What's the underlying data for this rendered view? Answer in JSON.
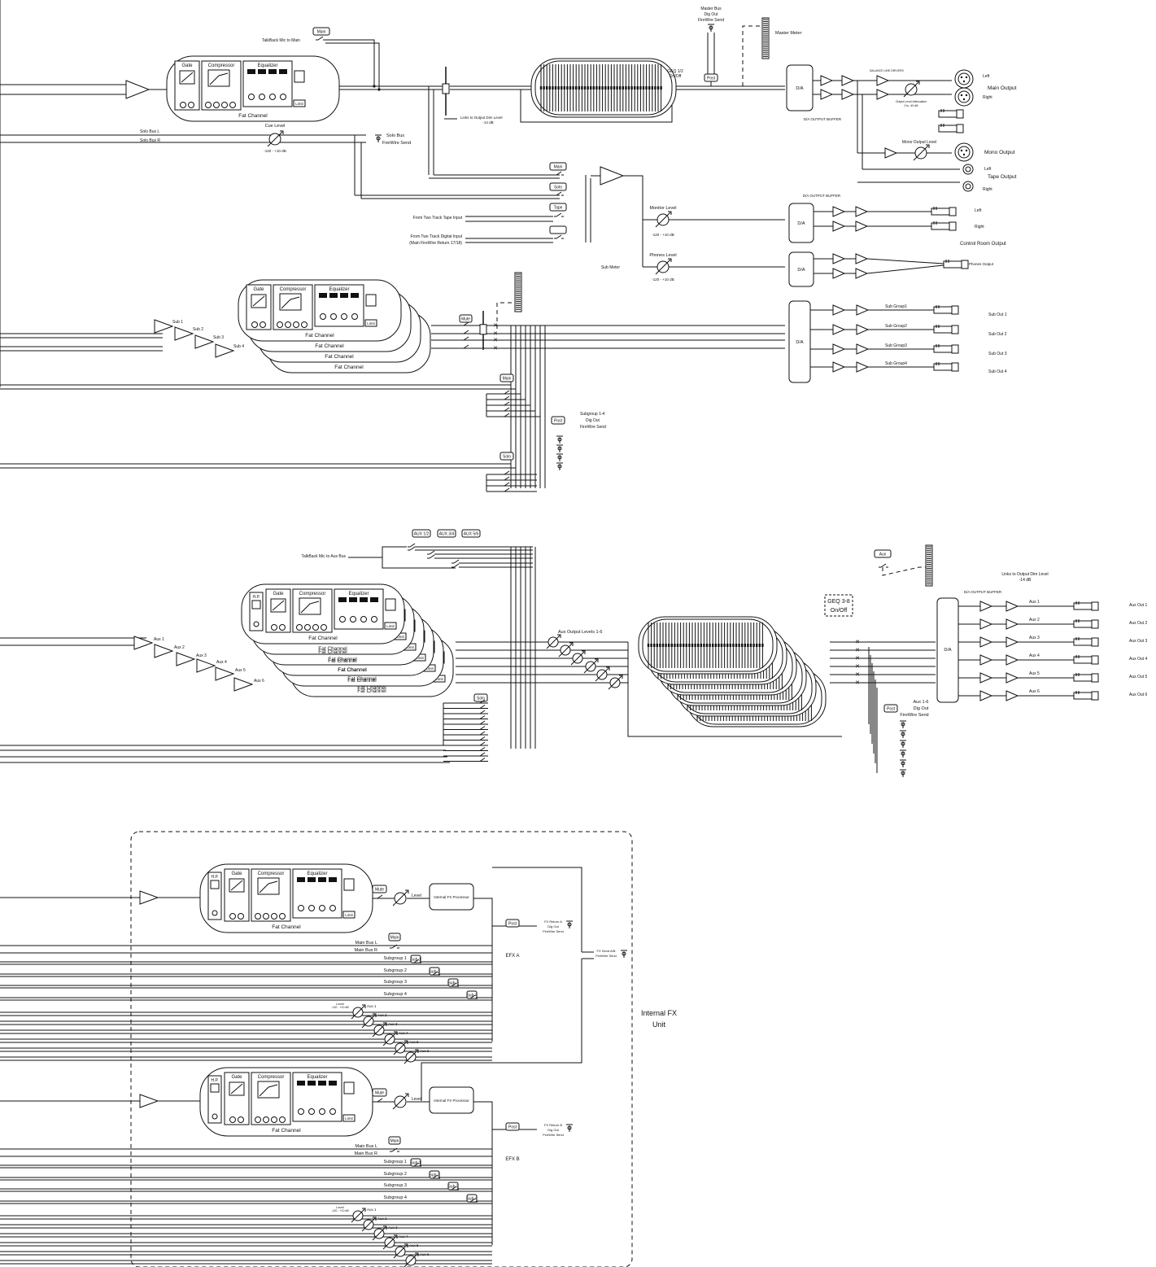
{
  "labels": {
    "talkback_main": "TalkBack Mic to Main",
    "master_bus": "Master Bus",
    "dig_out": "Dig Out",
    "firewire_send": "FireWire Send",
    "master_meter": "Master Meter",
    "main": "Main",
    "solo": "Solo",
    "tape": "Tape",
    "post": "Post",
    "gate": "Gate",
    "compressor": "Compressor",
    "equalizer": "Equalizer",
    "fat_channel": "Fat Channel",
    "limit": "Limit",
    "hp": "H.P.",
    "mute": "Mute",
    "aux": "Aux",
    "geq12": "GEQ 1/2",
    "on_off": "On/Off",
    "links_dim": "Links to Output Dim Level",
    "minus14": "-14 dB",
    "da": "D/A",
    "da_buffer": "D/A OUTPUT BUFFER",
    "balance_drivers": "BALANCE LINE DRIVERS",
    "output_atten": "Output Level Attenuation",
    "atten_range": "0 to -40 dB",
    "left": "Left",
    "right": "Right",
    "main_output": "Main Output",
    "mono_output_level": "Mono Output Level",
    "mono_output": "Mono Output",
    "tape_output": "Tape Output",
    "solo_bus_l": "Solo Bus L",
    "solo_bus_r": "Solo Bus R",
    "cue_level": "Cue Level",
    "range": "-120 - +10 dB",
    "solo_bus_fw": "Solo Bus",
    "from_tape": "From Two Track Tape Input",
    "from_digital": "From Two Track Digital Input",
    "from_digital2": "(Main FireWire Return 17/18)",
    "monitor_level": "Monitor Level",
    "phones_level": "Phones Level",
    "sub_meter": "Sub Meter",
    "control_room": "Control Room Output",
    "phones_output": "Phones Output",
    "sub1": "Sub 1",
    "sub2": "Sub 2",
    "sub3": "Sub 3",
    "sub4": "Sub 4",
    "subgroup1": "Sub Group1",
    "subgroup2": "Sub Group2",
    "subgroup3": "Sub Group3",
    "subgroup4": "Sub Group4",
    "subout1": "Sub Out 1",
    "subout2": "Sub Out 2",
    "subout3": "Sub Out 3",
    "subout4": "Sub Out 4",
    "subgroup_dig": "Subgroup 1-4",
    "aux12": "AUX 1/2",
    "aux34": "AUX 3/4",
    "aux56": "AUX 5/6",
    "talkback_aux": "TalkBack Mic to Aux Bus",
    "aux_out_levels": "Aux Output Levels 1-6",
    "geq38": "GEQ 3-8",
    "aux16": "Aux 1-6",
    "aux_names": [
      "Aux 1",
      "Aux 2",
      "Aux 3",
      "Aux 4",
      "Aux 5",
      "Aux 6"
    ],
    "aux_outs": [
      "Aux Out 1",
      "Aux Out 2",
      "Aux Out 3",
      "Aux Out 4",
      "Aux Out 5",
      "Aux Out 6"
    ],
    "level": "Level",
    "internal_fx": "Internal FX Processor",
    "fx_return_a": "FX Return A",
    "fx_return_b": "FX Return B",
    "fx_send": "FX Send A/B",
    "main_bus_l": "Main Bus L",
    "main_bus_r": "Main Bus R",
    "subgroups": [
      "Subgroup 1",
      "Subgroup 2",
      "Subgroup 3",
      "Subgroup 4"
    ],
    "subs_short": [
      "Sub 1",
      "Sub 2",
      "Sub 3",
      "Sub 4"
    ],
    "efx_a": "EFX A",
    "efx_b": "EFX B",
    "internal_fx_unit_1": "Internal FX",
    "internal_fx_unit_2": "Unit"
  }
}
